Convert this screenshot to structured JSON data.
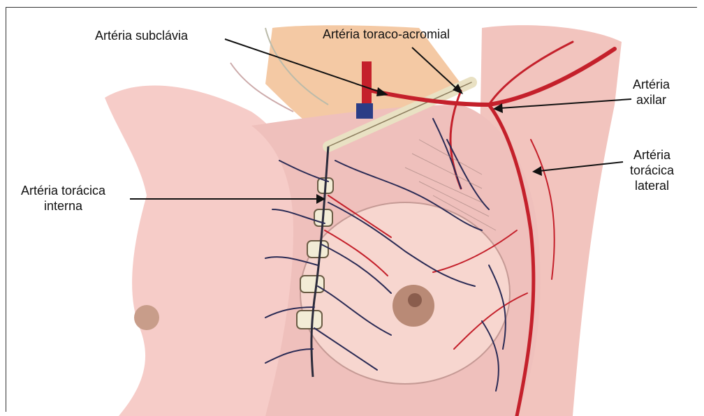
{
  "labels": {
    "subclavia": "Artéria subclávia",
    "toraco_acromial": "Artéria toraco-acromial",
    "axilar_1": "Artéria",
    "axilar_2": "axilar",
    "toracica_lateral_1": "Artéria",
    "toracica_lateral_2": "torácica",
    "toracica_lateral_3": "lateral",
    "toracica_interna_1": "Artéria torácica",
    "toracica_interna_2": "interna"
  },
  "colors": {
    "skin": "#f3c9c3",
    "skin_dark": "#e8a9a2",
    "artery": "#c4202b",
    "vein_blue": "#2b3d86",
    "bone": "#f2ecd6",
    "leader": "#111111"
  }
}
